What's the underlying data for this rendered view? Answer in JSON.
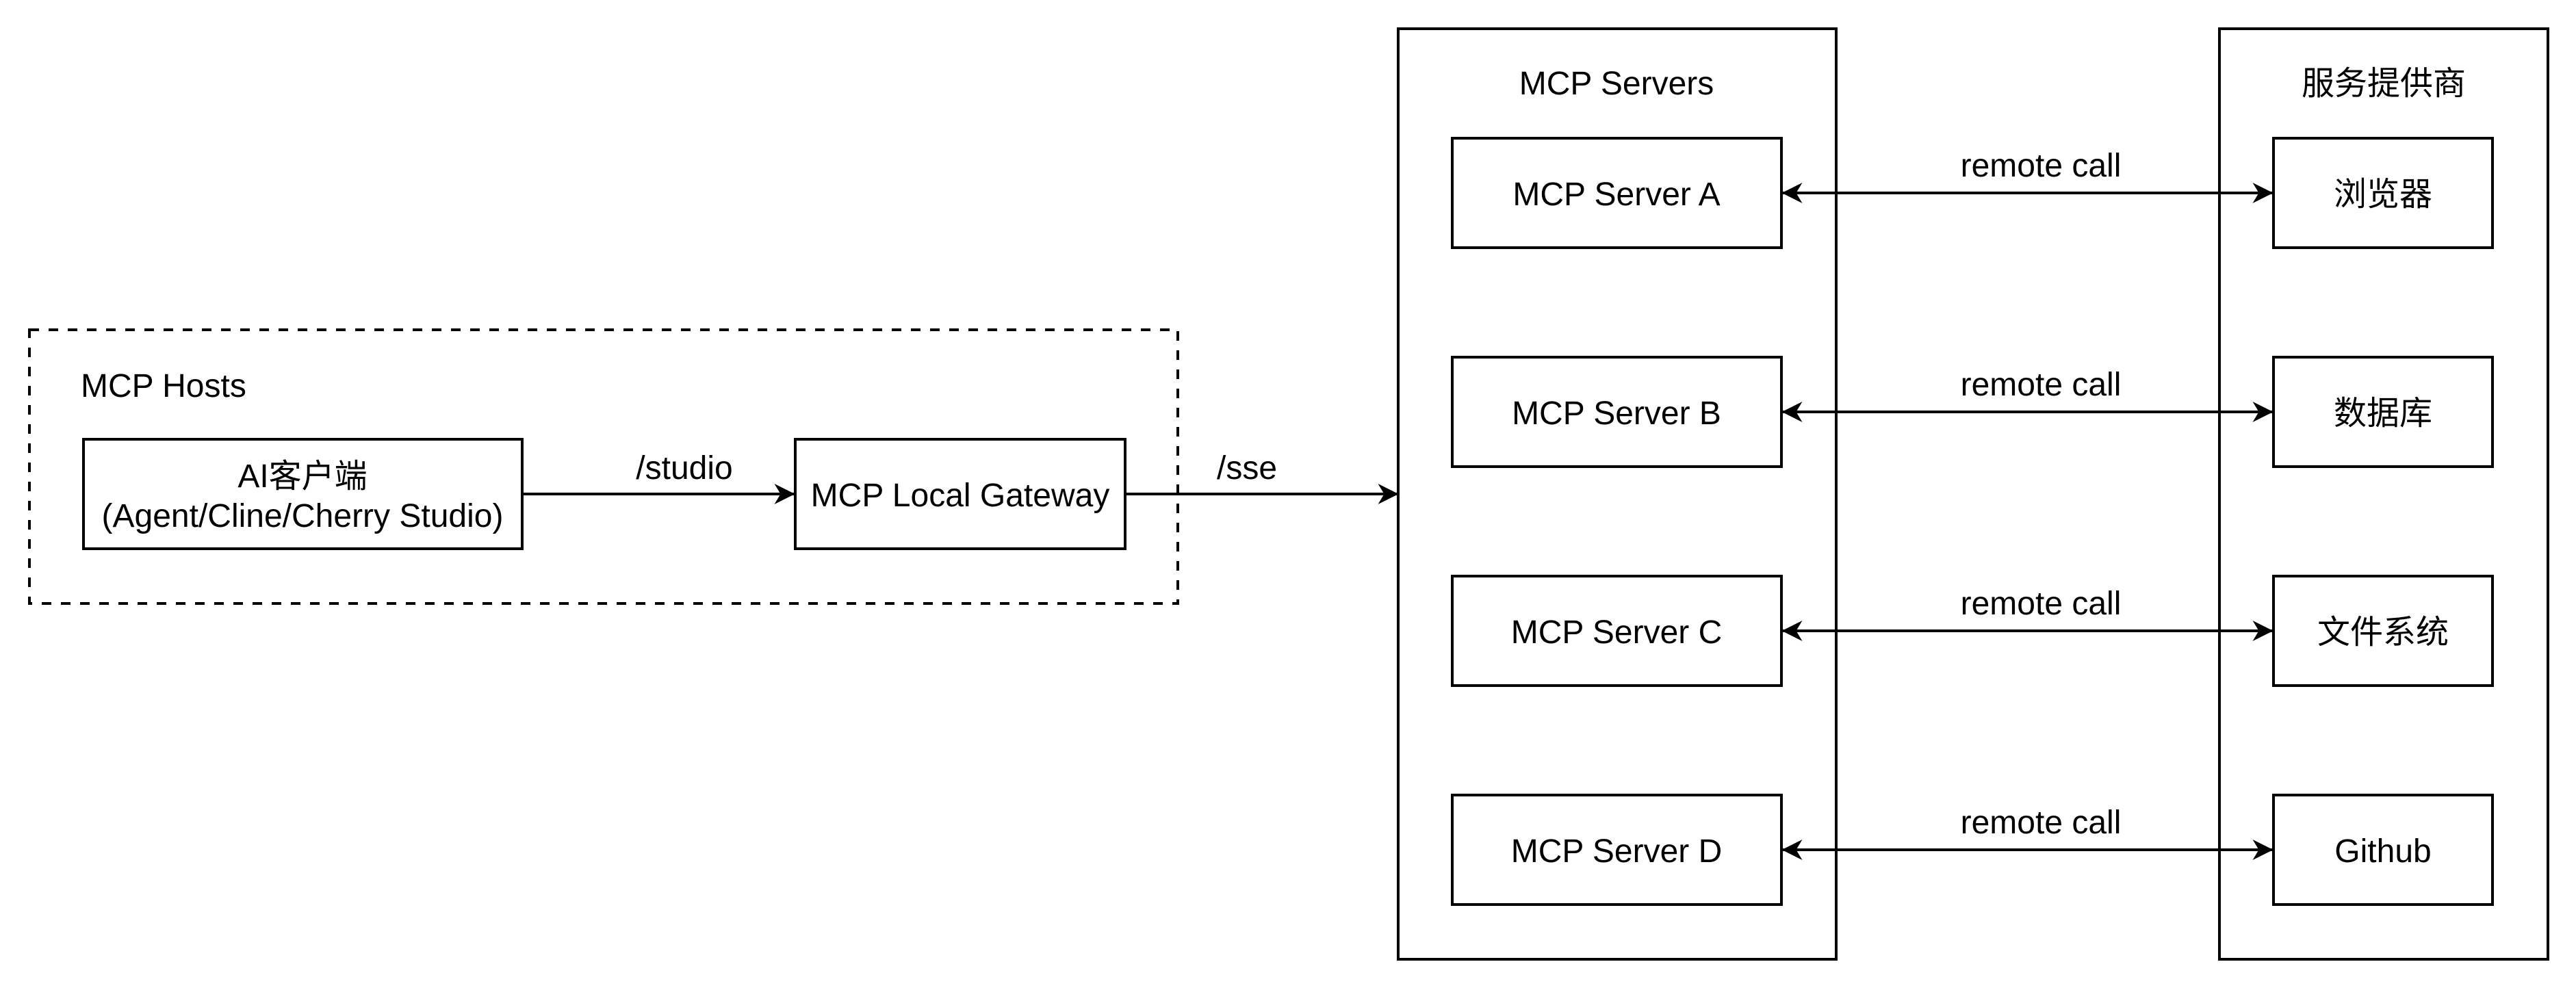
{
  "hosts": {
    "title": "MCP Hosts",
    "client": {
      "line1": "AI客户端",
      "line2": "(Agent/Cline/Cherry Studio)"
    },
    "gateway": "MCP Local Gateway",
    "client_to_gateway_label": "/studio"
  },
  "gateway_to_servers_label": "/sse",
  "servers": {
    "title": "MCP Servers",
    "items": [
      "MCP Server A",
      "MCP Server B",
      "MCP Server C",
      "MCP Server D"
    ]
  },
  "providers": {
    "title": "服务提供商",
    "items": [
      "浏览器",
      "数据库",
      "文件系统",
      "Github"
    ]
  },
  "call_labels": [
    "remote call",
    "remote call",
    "remote call",
    "remote call"
  ]
}
